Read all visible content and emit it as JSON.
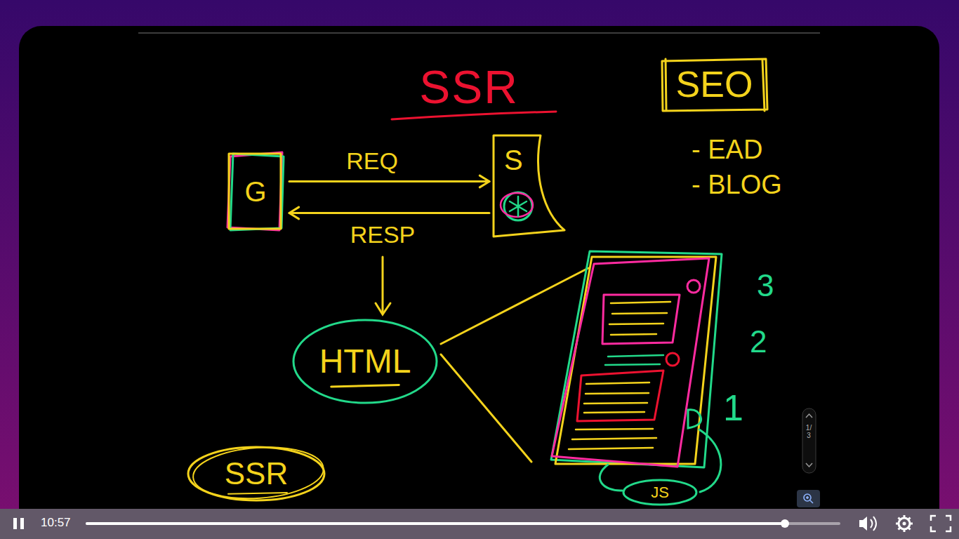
{
  "diagram": {
    "title": "SSR",
    "nodes": [
      {
        "text": [
          "SEO"
        ]
      },
      {
        "text": [
          "G"
        ]
      },
      {
        "text": [
          "S"
        ]
      },
      {
        "text": [
          "HTML"
        ]
      },
      {
        "text": [
          "SSR"
        ]
      },
      {
        "text": [
          "JS"
        ]
      }
    ],
    "edges": [
      {
        "from": 1,
        "to": 2,
        "label": "REQ",
        "arrow": "to"
      },
      {
        "from": 2,
        "to": 1,
        "label": "RESP",
        "arrow": "to"
      }
    ],
    "labels": [
      "- EAD",
      "- BLOG",
      "3",
      "2",
      "1",
      "1/3",
      "10:57"
    ]
  }
}
